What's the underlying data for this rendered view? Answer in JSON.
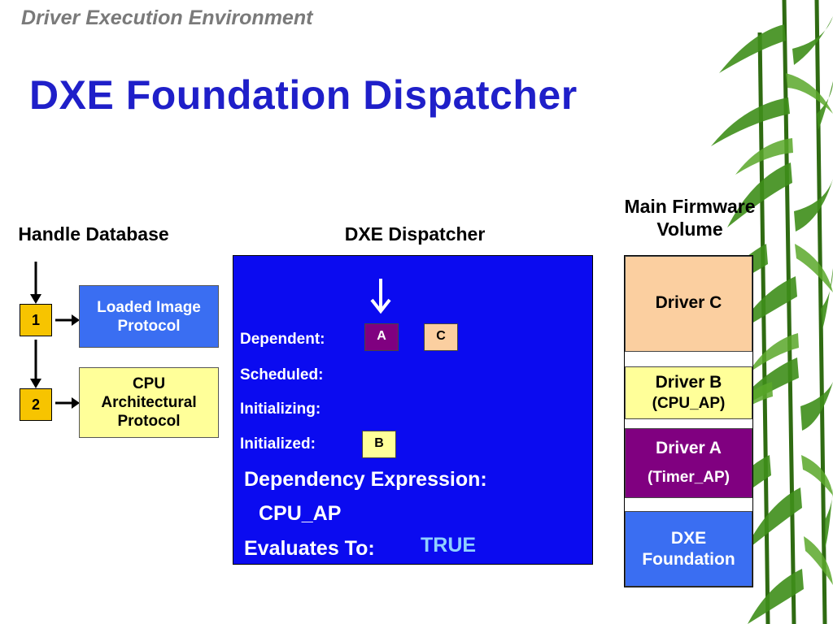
{
  "slide": {
    "subtitle": "Driver Execution Environment",
    "title": "DXE Foundation Dispatcher"
  },
  "handle_database": {
    "heading": "Handle Database",
    "handles": [
      {
        "number": "1",
        "protocol": "Loaded Image Protocol",
        "color": "#3a6ef2"
      },
      {
        "number": "2",
        "protocol": "CPU Architectural Protocol",
        "color": "#ffff99"
      }
    ]
  },
  "dxe_dispatcher": {
    "heading": "DXE Dispatcher",
    "background": "#0b0bf0",
    "states": {
      "dependent": "Dependent:",
      "scheduled": "Scheduled:",
      "initializing": "Initializing:",
      "initialized": "Initialized:"
    },
    "drivers_in_states": {
      "dependent": [
        "A",
        "C"
      ],
      "initialized": [
        "B"
      ]
    },
    "dependency_expression_label": "Dependency Expression:",
    "dependency_expression_value": "CPU_AP",
    "evaluates_to_label": "Evaluates To:",
    "evaluates_to_value": "TRUE"
  },
  "firmware_volume": {
    "heading_line1": "Main Firmware",
    "heading_line2": "Volume",
    "blocks": [
      {
        "name": "Driver C",
        "sub": "",
        "color": "#fbcfa0"
      },
      {
        "name": "Driver B",
        "sub": "(CPU_AP)",
        "color": "#ffff99"
      },
      {
        "name": "Driver A",
        "sub": "(Timer_AP)",
        "color": "#800080"
      },
      {
        "name": "DXE Foundation",
        "sub": "",
        "color": "#3a6ef2"
      }
    ]
  },
  "icons": [
    "down-arrow-icon",
    "right-arrow-icon",
    "bamboo-decoration"
  ]
}
